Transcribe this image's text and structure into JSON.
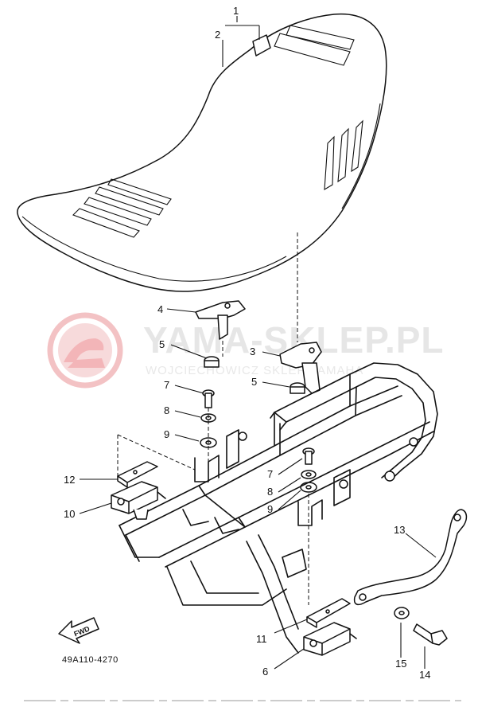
{
  "diagram": {
    "part_code": "49A110-4270",
    "fwd_label": "FWD",
    "watermark": {
      "title": "YAMA-SKLEP.PL",
      "subtitle": "WOJCIECHOWICZ SKLEP YAMAHA"
    },
    "callouts": {
      "c1": "1",
      "c2": "2",
      "c3": "3",
      "c4": "4",
      "c5a": "5",
      "c5b": "5",
      "c6": "6",
      "c7a": "7",
      "c7b": "7",
      "c8a": "8",
      "c8b": "8",
      "c9a": "9",
      "c9b": "9",
      "c10": "10",
      "c11": "11",
      "c12": "12",
      "c13": "13",
      "c14": "14",
      "c15": "15"
    }
  }
}
